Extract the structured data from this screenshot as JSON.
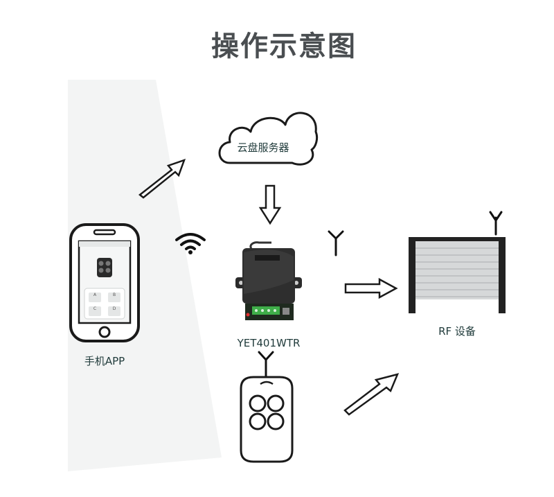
{
  "title": "操作示意图",
  "nodes": {
    "cloud": {
      "label": "云盘服务器"
    },
    "phone": {
      "label": "手机APP",
      "screen_keys": [
        "A",
        "B",
        "C",
        "D"
      ]
    },
    "module": {
      "label": "YET401WTR"
    },
    "rf_device": {
      "label": "RF 设备"
    },
    "remote": {
      "label": ""
    }
  },
  "colors": {
    "stroke": "#1a1a1a",
    "title": "#4a4e51",
    "label": "#1f3a3a",
    "panel": "#f2f3f3",
    "terminal_green": "#3fae49"
  },
  "icons": [
    "wifi-icon",
    "antenna-icon",
    "arrow-icon",
    "cloud-icon",
    "phone-icon",
    "remote-icon",
    "shutter-icon"
  ]
}
